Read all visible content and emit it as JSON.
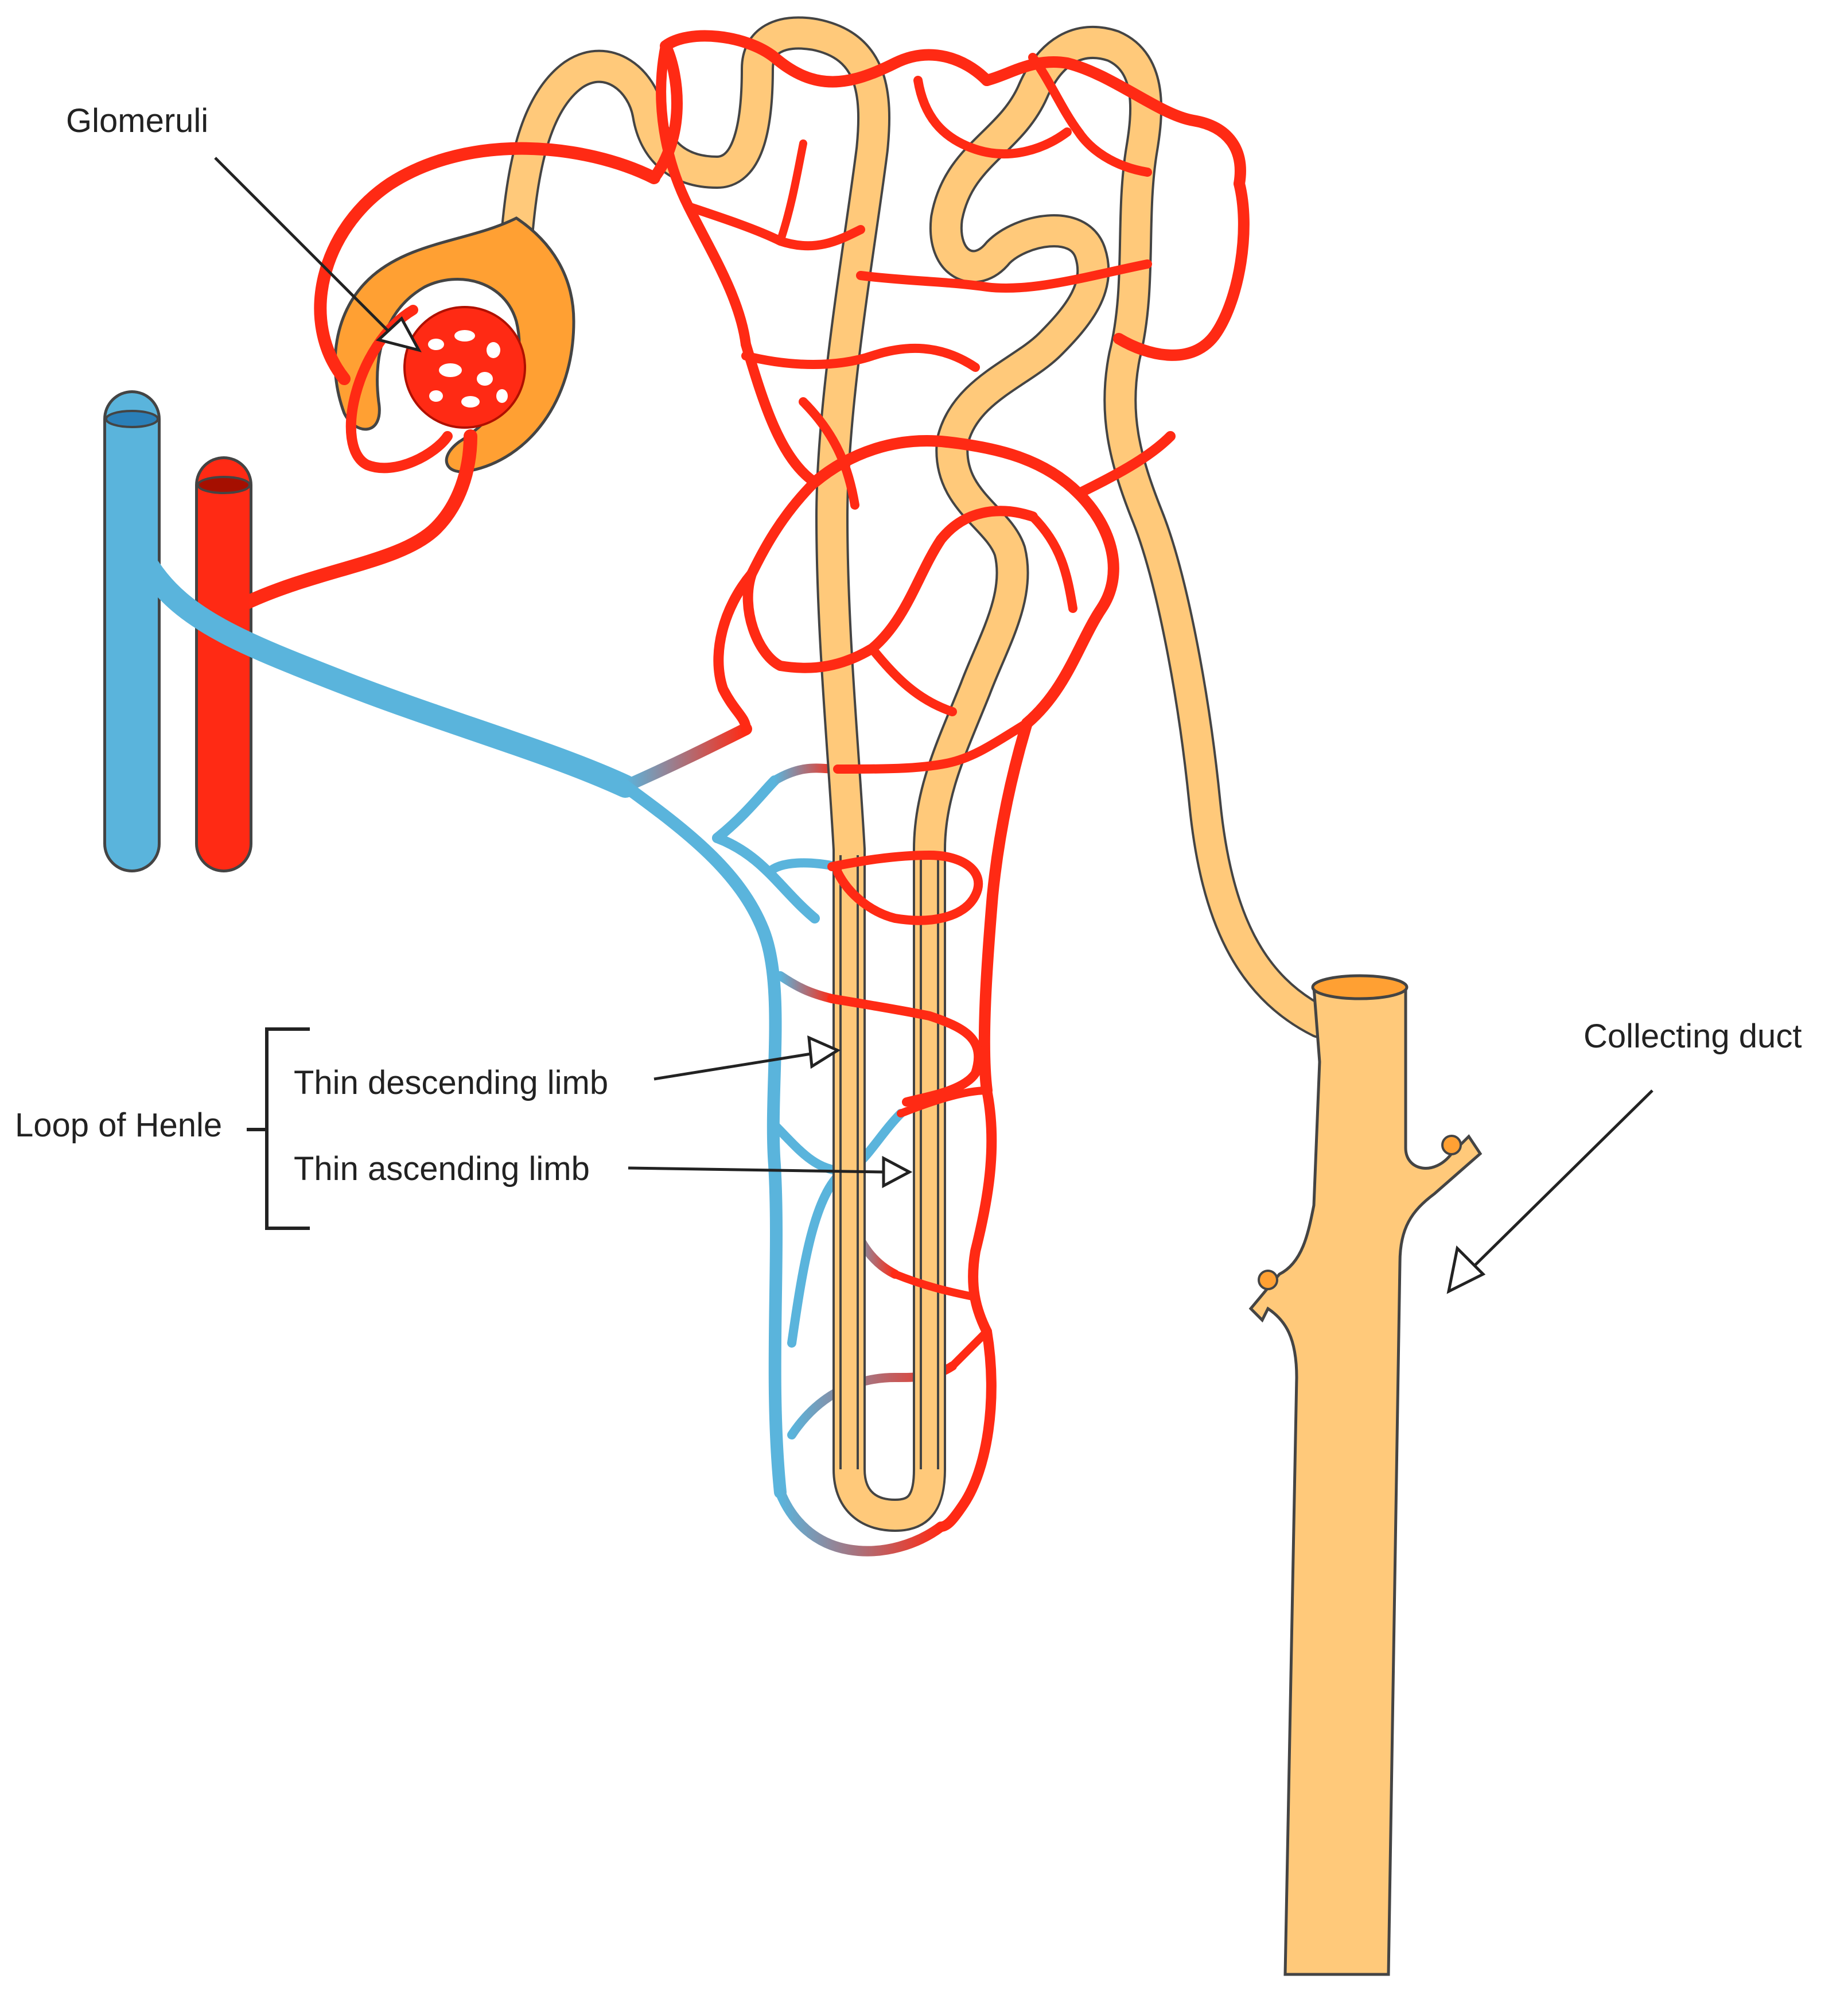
{
  "labels": {
    "glomeruli": "Glomeruli",
    "collecting_duct": "Collecting duct",
    "loop_of_henle": "Loop of Henle",
    "thin_descending_limb": "Thin descending limb",
    "thin_ascending_limb": "Thin ascending limb"
  },
  "colors": {
    "artery": "#FF2A14",
    "vein": "#5AB4DC",
    "tubule": "#FFC97A",
    "capsule": "#FFA033",
    "outline": "#444444"
  }
}
